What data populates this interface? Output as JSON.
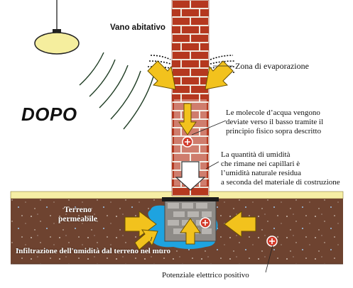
{
  "title": "DOPO",
  "labels": {
    "room": "Vano abitativo",
    "evaporation": "Zona di evaporazione",
    "molecules": [
      "Le molecole d’acqua vengono",
      "deviate verso il basso tramite il",
      "principio fisico sopra descritto"
    ],
    "humidity": [
      "La quantità di umidità",
      "che rimane nei capillari è",
      "l’umidità naturale residua",
      "a seconda del materiale di costruzione"
    ],
    "soil": [
      "Terreno",
      "permeabile"
    ],
    "infiltration": "Infiltrazione dell'umidità dal terreno nel muro",
    "potential": "Potenziale elettrico positivo"
  },
  "colors": {
    "brick": "#b5381f",
    "mortar": "#efe7dc",
    "arrow": "#f2c21d",
    "soil": "#6e4330",
    "floor": "#f6eea5",
    "water": "#1ea3e0",
    "lamp": "#f5ee9e"
  },
  "icons": [
    "lamp-icon",
    "plus-sign-icon",
    "arrow-icon"
  ]
}
